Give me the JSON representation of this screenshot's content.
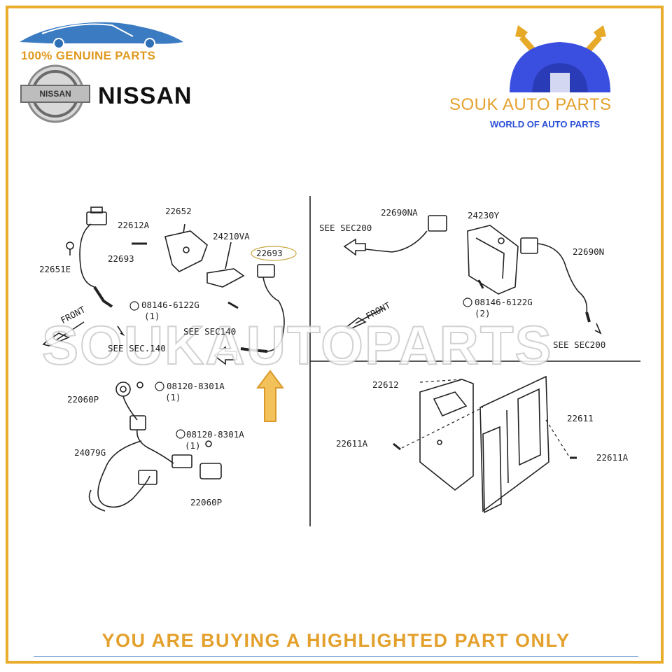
{
  "header": {
    "genuine": "100% GENUINE PARTS",
    "badge_text": "NISSAN",
    "brand": "NISSAN",
    "shop_name": "SOUK AUTO PARTS",
    "shop_tagline": "WORLD OF AUTO PARTS"
  },
  "watermark": "SOUKAUTOPARTS",
  "labels": {
    "p22652": "22652",
    "p22612A": "22612A",
    "p24210VA": "24210VA",
    "p22693a": "22693",
    "p22693b": "22693",
    "p22651E": "22651E",
    "b08146a": "08146-6122G",
    "b08146a_q": "(1)",
    "front_left": "FRONT",
    "see140a": "SEE SEC140",
    "see140b": "SEE SEC.140",
    "p22060Pa": "22060P",
    "b08120a": "08120-8301A",
    "b08120a_q": "(1)",
    "b08120b": "08120-8301A",
    "b08120b_q": "(1)",
    "p24079G": "24079G",
    "p22060Pb": "22060P",
    "see200a": "SEE SEC200",
    "p22690NA": "22690NA",
    "p24230Y": "24230Y",
    "p22690N": "22690N",
    "b08146b": "08146-6122G",
    "b08146b_q": "(2)",
    "front_right": "FRONT",
    "see200b": "SEE SEC200",
    "p22612": "22612",
    "p22611": "22611",
    "p22611Aa": "22611A",
    "p22611Ab": "22611A"
  },
  "footer": "YOU ARE BUYING A HIGHLIGHTED PART ONLY",
  "colors": {
    "border": "#e9ad2b",
    "accent_gold": "#e4a02c",
    "accent_blue": "#2a4fd6",
    "highlight_arrow": "#f3c15a"
  }
}
